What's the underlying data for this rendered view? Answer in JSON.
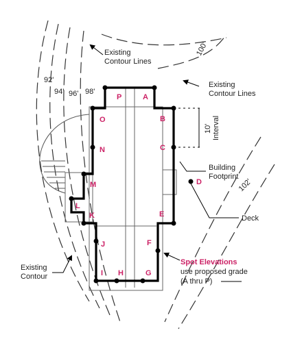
{
  "colors": {
    "outline": "#000000",
    "thin": "#555555",
    "contour": "#333333",
    "accent": "#cc2266"
  },
  "labels": {
    "existing_contour_lines_top": [
      "Existing",
      "Contour Lines"
    ],
    "existing_contour_lines_right": [
      "Existing",
      "Contour Lines"
    ],
    "building_footprint": [
      "Building",
      "Footprint"
    ],
    "deck": "Deck",
    "existing_contour_bottom": [
      "Existing",
      "Contour"
    ],
    "spot_elevations": "Spot Elevations",
    "spot_note_1": "use proposed grade",
    "spot_note_2": "(A thru P)",
    "interval_value": "10'",
    "interval_word": "Interval"
  },
  "elevations": {
    "e92": "92'",
    "e94": "94'",
    "e96": "96'",
    "e98": "98'",
    "e100": "100'",
    "e102": "102'"
  },
  "points": [
    "A",
    "B",
    "C",
    "D",
    "E",
    "F",
    "G",
    "H",
    "I",
    "J",
    "K",
    "L",
    "M",
    "N",
    "O",
    "P"
  ]
}
